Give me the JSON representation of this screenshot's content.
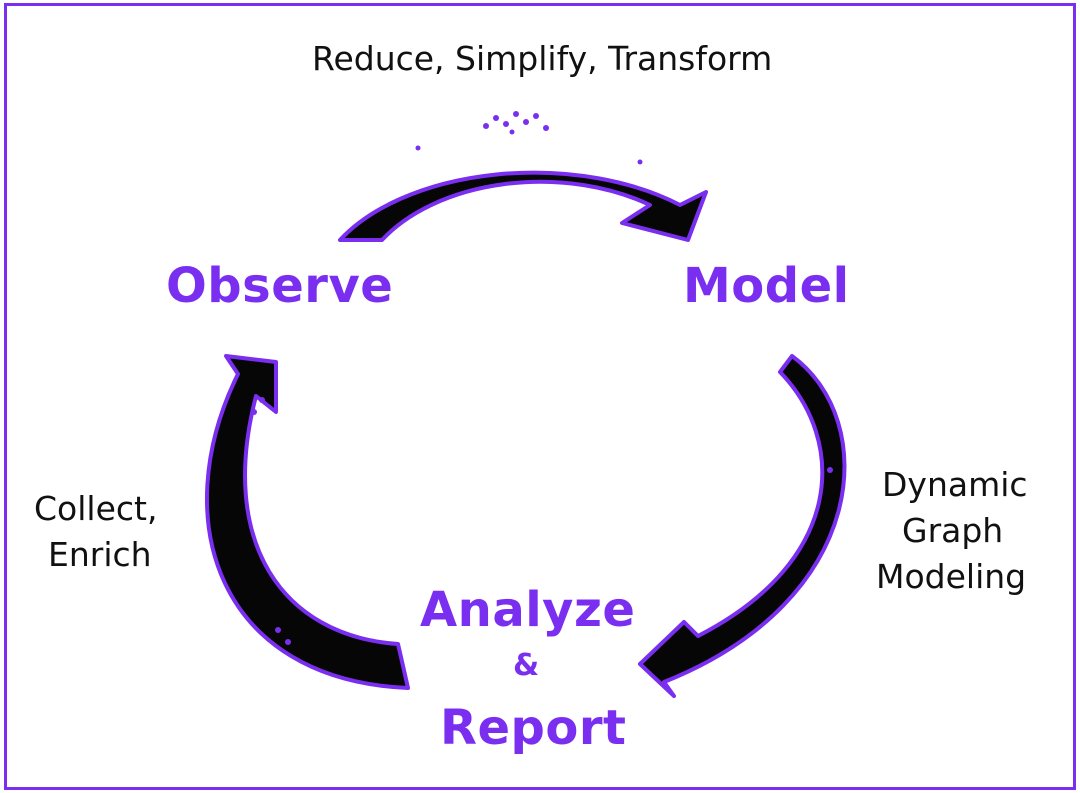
{
  "colors": {
    "accent": "#7a2ff0",
    "arrow_fill": "#060606",
    "text": "#111111",
    "border": "#7a2ff0"
  },
  "stages": {
    "observe": "Observe",
    "model": "Model",
    "analyze": "Analyze",
    "ampersand": "&",
    "report": "Report"
  },
  "transitions": {
    "top": "Reduce, Simplify, Transform",
    "right_line1": "Dynamic",
    "right_line2": "Graph",
    "right_line3": "Modeling",
    "left_line1": "Collect,",
    "left_line2": "Enrich"
  }
}
